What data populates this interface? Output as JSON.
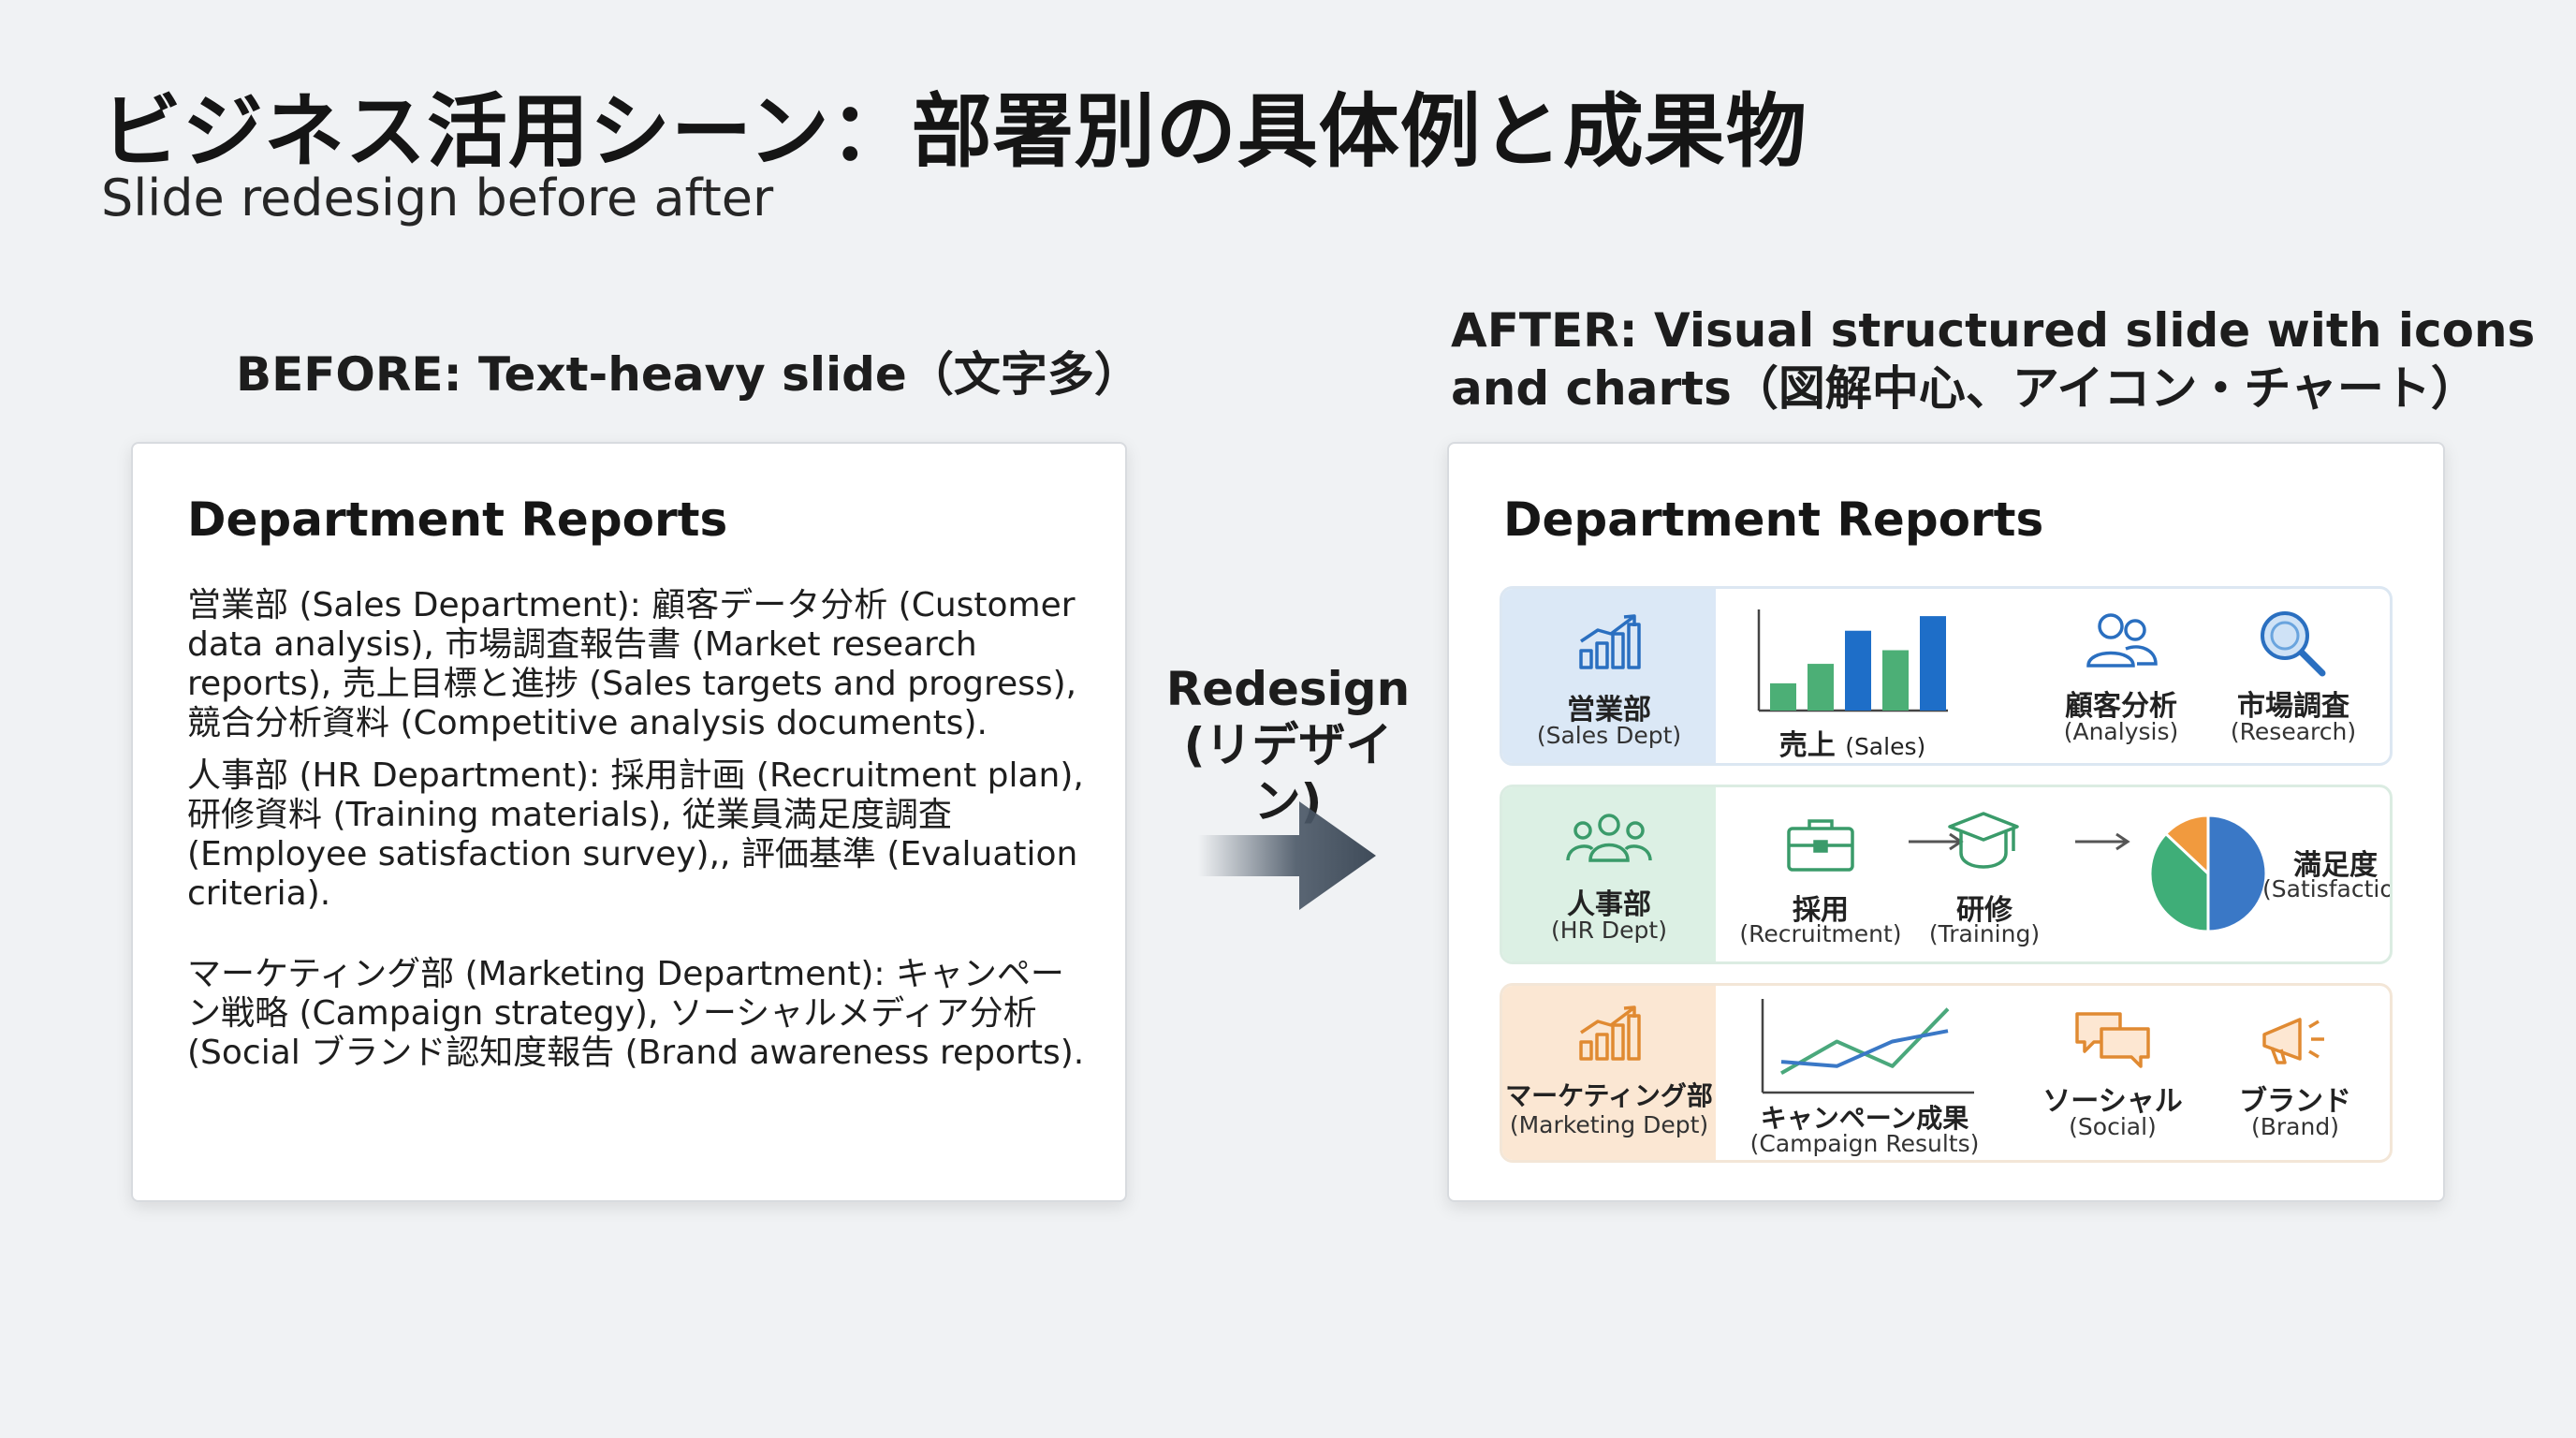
{
  "header": {
    "title": "ビジネス活用シーン：部署別の具体例と成果物",
    "subtitle": "Slide redesign before after"
  },
  "before": {
    "label": "BEFORE: Text-heavy slide（文字多）",
    "card_title": "Department Reports",
    "para_sales": "営業部 (Sales Department): 顧客データ分析 (Customer data analysis), 市場調査報告書 (Market research reports), 売上目標と進捗 (Sales targets and progress), 競合分析資料 (Competitive analysis documents).",
    "para_hr": "人事部 (HR Department): 採用計画 (Recruitment plan), 研修資料 (Training materials), 従業員満足度調査 (Employee satisfaction survey),, 評価基準 (Evaluation criteria).",
    "para_mkt": "マーケティング部 (Marketing Department): キャンペーン戦略 (Campaign strategy), ソーシャルメディア分析 (Social ブランド認知度報告 (Brand awareness reports)."
  },
  "redesign": {
    "line1": "Redesign",
    "line2": "(リデザイン)"
  },
  "after": {
    "label": "AFTER: Visual structured slide with icons and charts（図解中心、アイコン・チャート）",
    "card_title": "Department Reports",
    "sales": {
      "dept": "営業部",
      "dept_en": "(Sales Dept)",
      "chart": "売上",
      "chart_en": "(Sales)",
      "item1": "顧客分析",
      "item1_en": "(Analysis)",
      "item2": "市場調査",
      "item2_en": "(Research)"
    },
    "hr": {
      "dept": "人事部",
      "dept_en": "(HR Dept)",
      "item1": "採用",
      "item1_en": "(Recruitment)",
      "item2": "研修",
      "item2_en": "(Training)",
      "chart": "満足度",
      "chart_en": "(Satisfaction)"
    },
    "mkt": {
      "dept": "マーケティング部",
      "dept_en": "(Marketing Dept)",
      "chart": "キャンペーン成果",
      "chart_en": "(Campaign Results)",
      "item1": "ソーシャル",
      "item1_en": "(Social)",
      "item2": "ブランド",
      "item2_en": "(Brand)"
    }
  },
  "chart_data": [
    {
      "type": "bar",
      "title": "売上 (Sales)",
      "series": [
        {
          "values": [
            0.28,
            0.48,
            0.82,
            0.62,
            0.97
          ],
          "colors": [
            "#4caf76",
            "#4caf76",
            "#1e6ec8",
            "#4caf76",
            "#1e6ec8"
          ]
        }
      ],
      "ylim": [
        0,
        1
      ]
    },
    {
      "type": "pie",
      "title": "満足度 (Satisfaction)",
      "values": [
        50,
        37,
        13
      ],
      "colors": [
        "#3a78c6",
        "#3fae78",
        "#f19a3e"
      ]
    },
    {
      "type": "line",
      "title": "キャンペーン成果 (Campaign Results)",
      "series": [
        {
          "values": [
            0.22,
            0.58,
            0.3,
            0.95
          ],
          "color": "#4aa87c"
        },
        {
          "values": [
            0.35,
            0.3,
            0.58,
            0.7
          ],
          "color": "#3a78c6"
        }
      ],
      "ylim": [
        0,
        1
      ]
    }
  ],
  "colors": {
    "blue": "#2a6fc0",
    "green": "#3a9b6a",
    "orange": "#e08a32",
    "text": "#1f1f1f"
  }
}
